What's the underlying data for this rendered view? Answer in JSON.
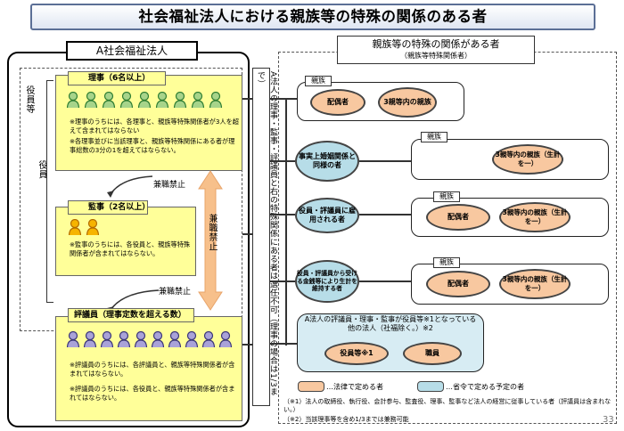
{
  "title": "社会福祉法人における親族等の特殊の関係のある者",
  "left": {
    "corp_label": "A社会福祉法人",
    "officers_label": "役員等",
    "yakuin_label": "役員",
    "riji": {
      "header": "理事（6名以上）",
      "note1": "※理事のうちには、各理事と、親族等特殊関係者が3人を超えて含まれてはならない",
      "note2": "※各理事並びに当該理事と、親族等特殊関係にある者が理事総数の3分の1を超えてはならない。",
      "colors": [
        "#a7d48a",
        "#2e7d32"
      ]
    },
    "kenkin1": "兼職禁止",
    "kenkin_vertical": "兼職禁止",
    "kanji": {
      "header": "監事（2名以上）",
      "note": "※監事のうちには、各役員と、親族等特殊関係者が含まれてはならない。",
      "colors": [
        "#f6b400",
        "#b36b00"
      ]
    },
    "kenkin2": "兼職禁止",
    "hyogiin": {
      "header": "評議員（理事定数を超える数）",
      "note1": "※評議員のうちには、各評議員と、親族等特殊関係者が含まれてはならない。",
      "note2": "※評議員のうちには、各役員と、親族等特殊関係者が含まれてはならない。",
      "colors": [
        "#a9a2d8",
        "#3b3578"
      ]
    }
  },
  "middle_vertical": "A法人の理事・監事・評議員と右の特殊関係にある者は選任不可（理事の場合は1/3まで）",
  "right": {
    "header1": "親族等の特殊の関係がある者",
    "header2": "（親族等特殊関係者）",
    "row1": {
      "tag": "親族",
      "items": [
        "配偶者",
        "3親等内の親族"
      ]
    },
    "row2": {
      "left": "事実上婚姻関係と同様の者",
      "tag": "親族",
      "items": [
        "3親等内の親族（生計を一）"
      ]
    },
    "row3": {
      "left": "役員・評議員に雇用される者",
      "tag": "親族",
      "items": [
        "配偶者",
        "3親等内の親族（生計を一）"
      ]
    },
    "row4": {
      "left": "役員・評議員から受ける金銭等により生計を維持する者",
      "tag": "親族",
      "items": [
        "配偶者",
        "3親等内の親族（生計を一）"
      ]
    },
    "row5": {
      "header": "A法人の評議員・理事・監事が役員等※1となっている他の法人（社福除く。）※2",
      "items": [
        "役員等※1",
        "職員"
      ]
    },
    "legend": {
      "orange": "…法律で定める者",
      "blue": "…省令で定める予定の者"
    },
    "footnote1": "（※1）法人の取締役、執行役、会計参与、監査役、理事、監事など法人の経営に従事している者（評議員は含まれない。）",
    "footnote2": "（※2）当該理事等を含め1/3までは兼務可能"
  },
  "page_number": "33"
}
